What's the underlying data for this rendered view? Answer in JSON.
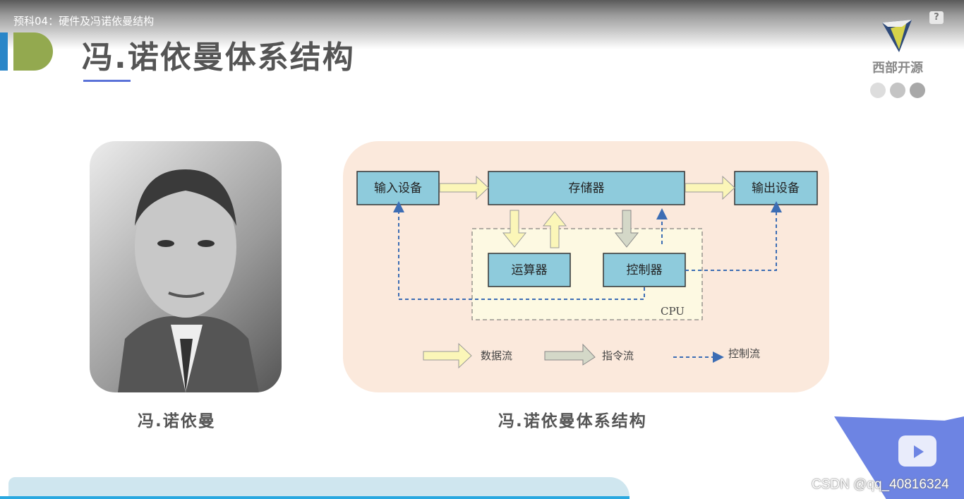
{
  "video_title": "预科04：硬件及冯诺依曼结构",
  "help_label": "?",
  "slide": {
    "title": "冯.诺依曼体系结构",
    "brand": "西部开源",
    "photo_caption": "冯.诺依曼",
    "diagram_caption": "冯.诺依曼体系结构"
  },
  "diagram": {
    "input": "输入设备",
    "memory": "存储器",
    "output": "输出设备",
    "alu": "运算器",
    "control": "控制器",
    "cpu": "CPU",
    "legend": {
      "data": "数据流",
      "instruction": "指令流",
      "control": "控制流"
    }
  },
  "colors": {
    "box": "#8ecbdc",
    "data_arrow": "#fbf6b8",
    "instr_arrow": "#d4d8c8",
    "control_line": "#3c6db4",
    "panel": "#fbe9dc"
  },
  "watermark": "CSDN @qq_40816324"
}
